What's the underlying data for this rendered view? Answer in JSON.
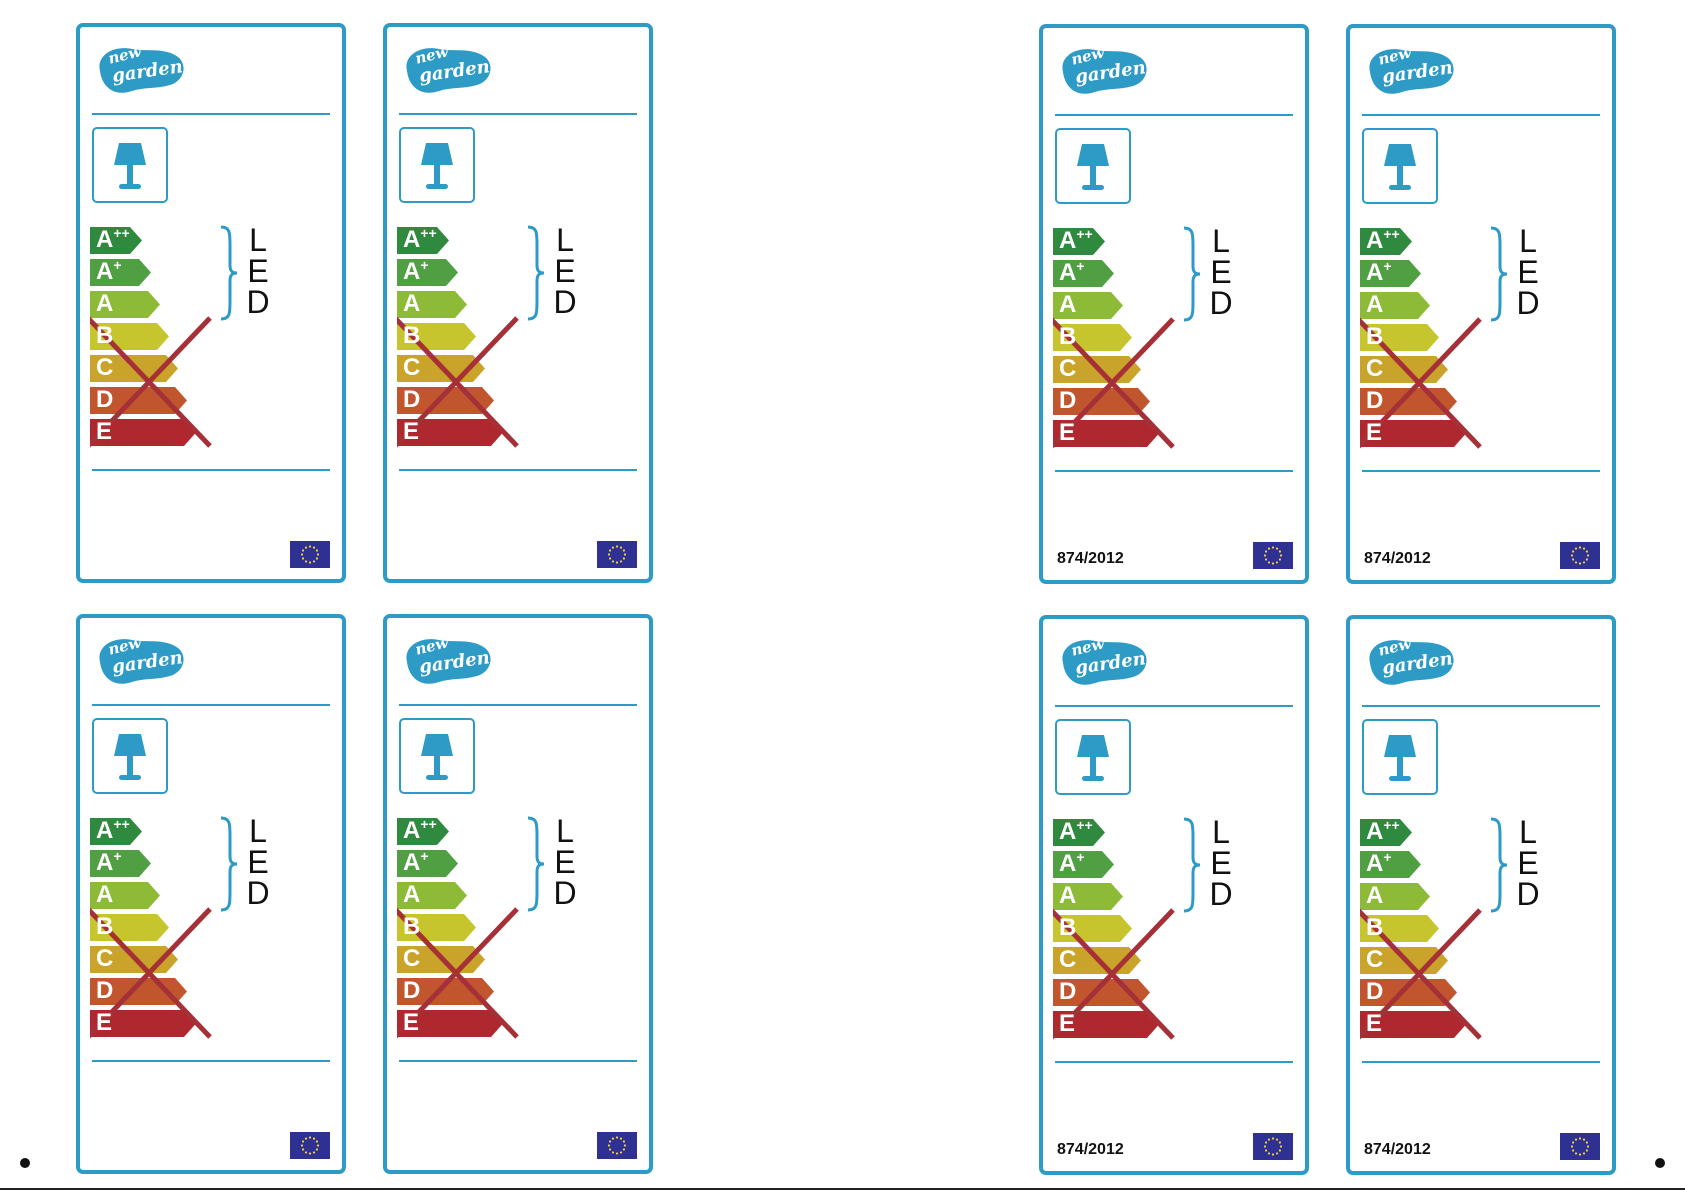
{
  "brand": {
    "line1": "new",
    "line2": "garden"
  },
  "lamp_icon": "table-lamp-icon",
  "led": [
    "L",
    "E",
    "D"
  ],
  "energy_classes": [
    {
      "letter": "A",
      "sup": "++",
      "color": "#2f8a3f",
      "value": 1.0
    },
    {
      "letter": "A",
      "sup": "+",
      "color": "#50a043",
      "value": 1.0
    },
    {
      "letter": "A",
      "sup": "",
      "color": "#8dbb37",
      "value": 1.0
    },
    {
      "letter": "B",
      "sup": "",
      "color": "#c7c52d",
      "value": 0.0
    },
    {
      "letter": "C",
      "sup": "",
      "color": "#c9a32a",
      "value": 0.0
    },
    {
      "letter": "D",
      "sup": "",
      "color": "#c1562e",
      "value": 0.0
    },
    {
      "letter": "E",
      "sup": "",
      "color": "#b0282f",
      "value": 0.0
    }
  ],
  "colors": {
    "border": "#2e9bc6",
    "cross": "#a63037",
    "eu_flag": "#2e3192",
    "eu_stars": "#f4d33a"
  },
  "eu_flag_icon": "eu-flag-icon",
  "labels": [
    {
      "id": "label-1",
      "regulation": ""
    },
    {
      "id": "label-2",
      "regulation": ""
    },
    {
      "id": "label-3",
      "regulation": "874/2012"
    },
    {
      "id": "label-4",
      "regulation": "874/2012"
    },
    {
      "id": "label-5",
      "regulation": ""
    },
    {
      "id": "label-6",
      "regulation": ""
    },
    {
      "id": "label-7",
      "regulation": "874/2012"
    },
    {
      "id": "label-8",
      "regulation": "874/2012"
    }
  ]
}
